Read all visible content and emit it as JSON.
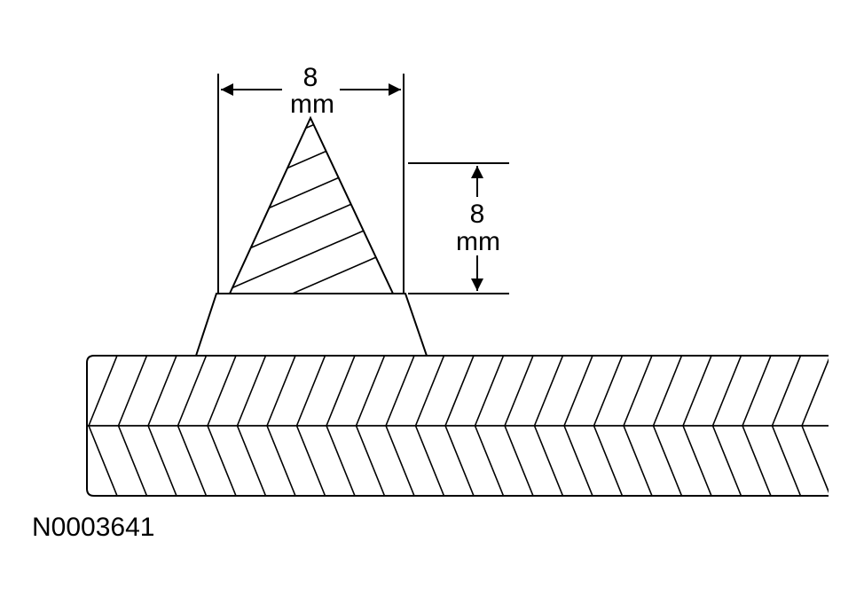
{
  "dimensions": {
    "width_value": "8",
    "width_unit": "mm",
    "height_value": "8",
    "height_unit": "mm"
  },
  "figure_id": "N0003641",
  "colors": {
    "line": "#000000",
    "background": "#ffffff"
  }
}
